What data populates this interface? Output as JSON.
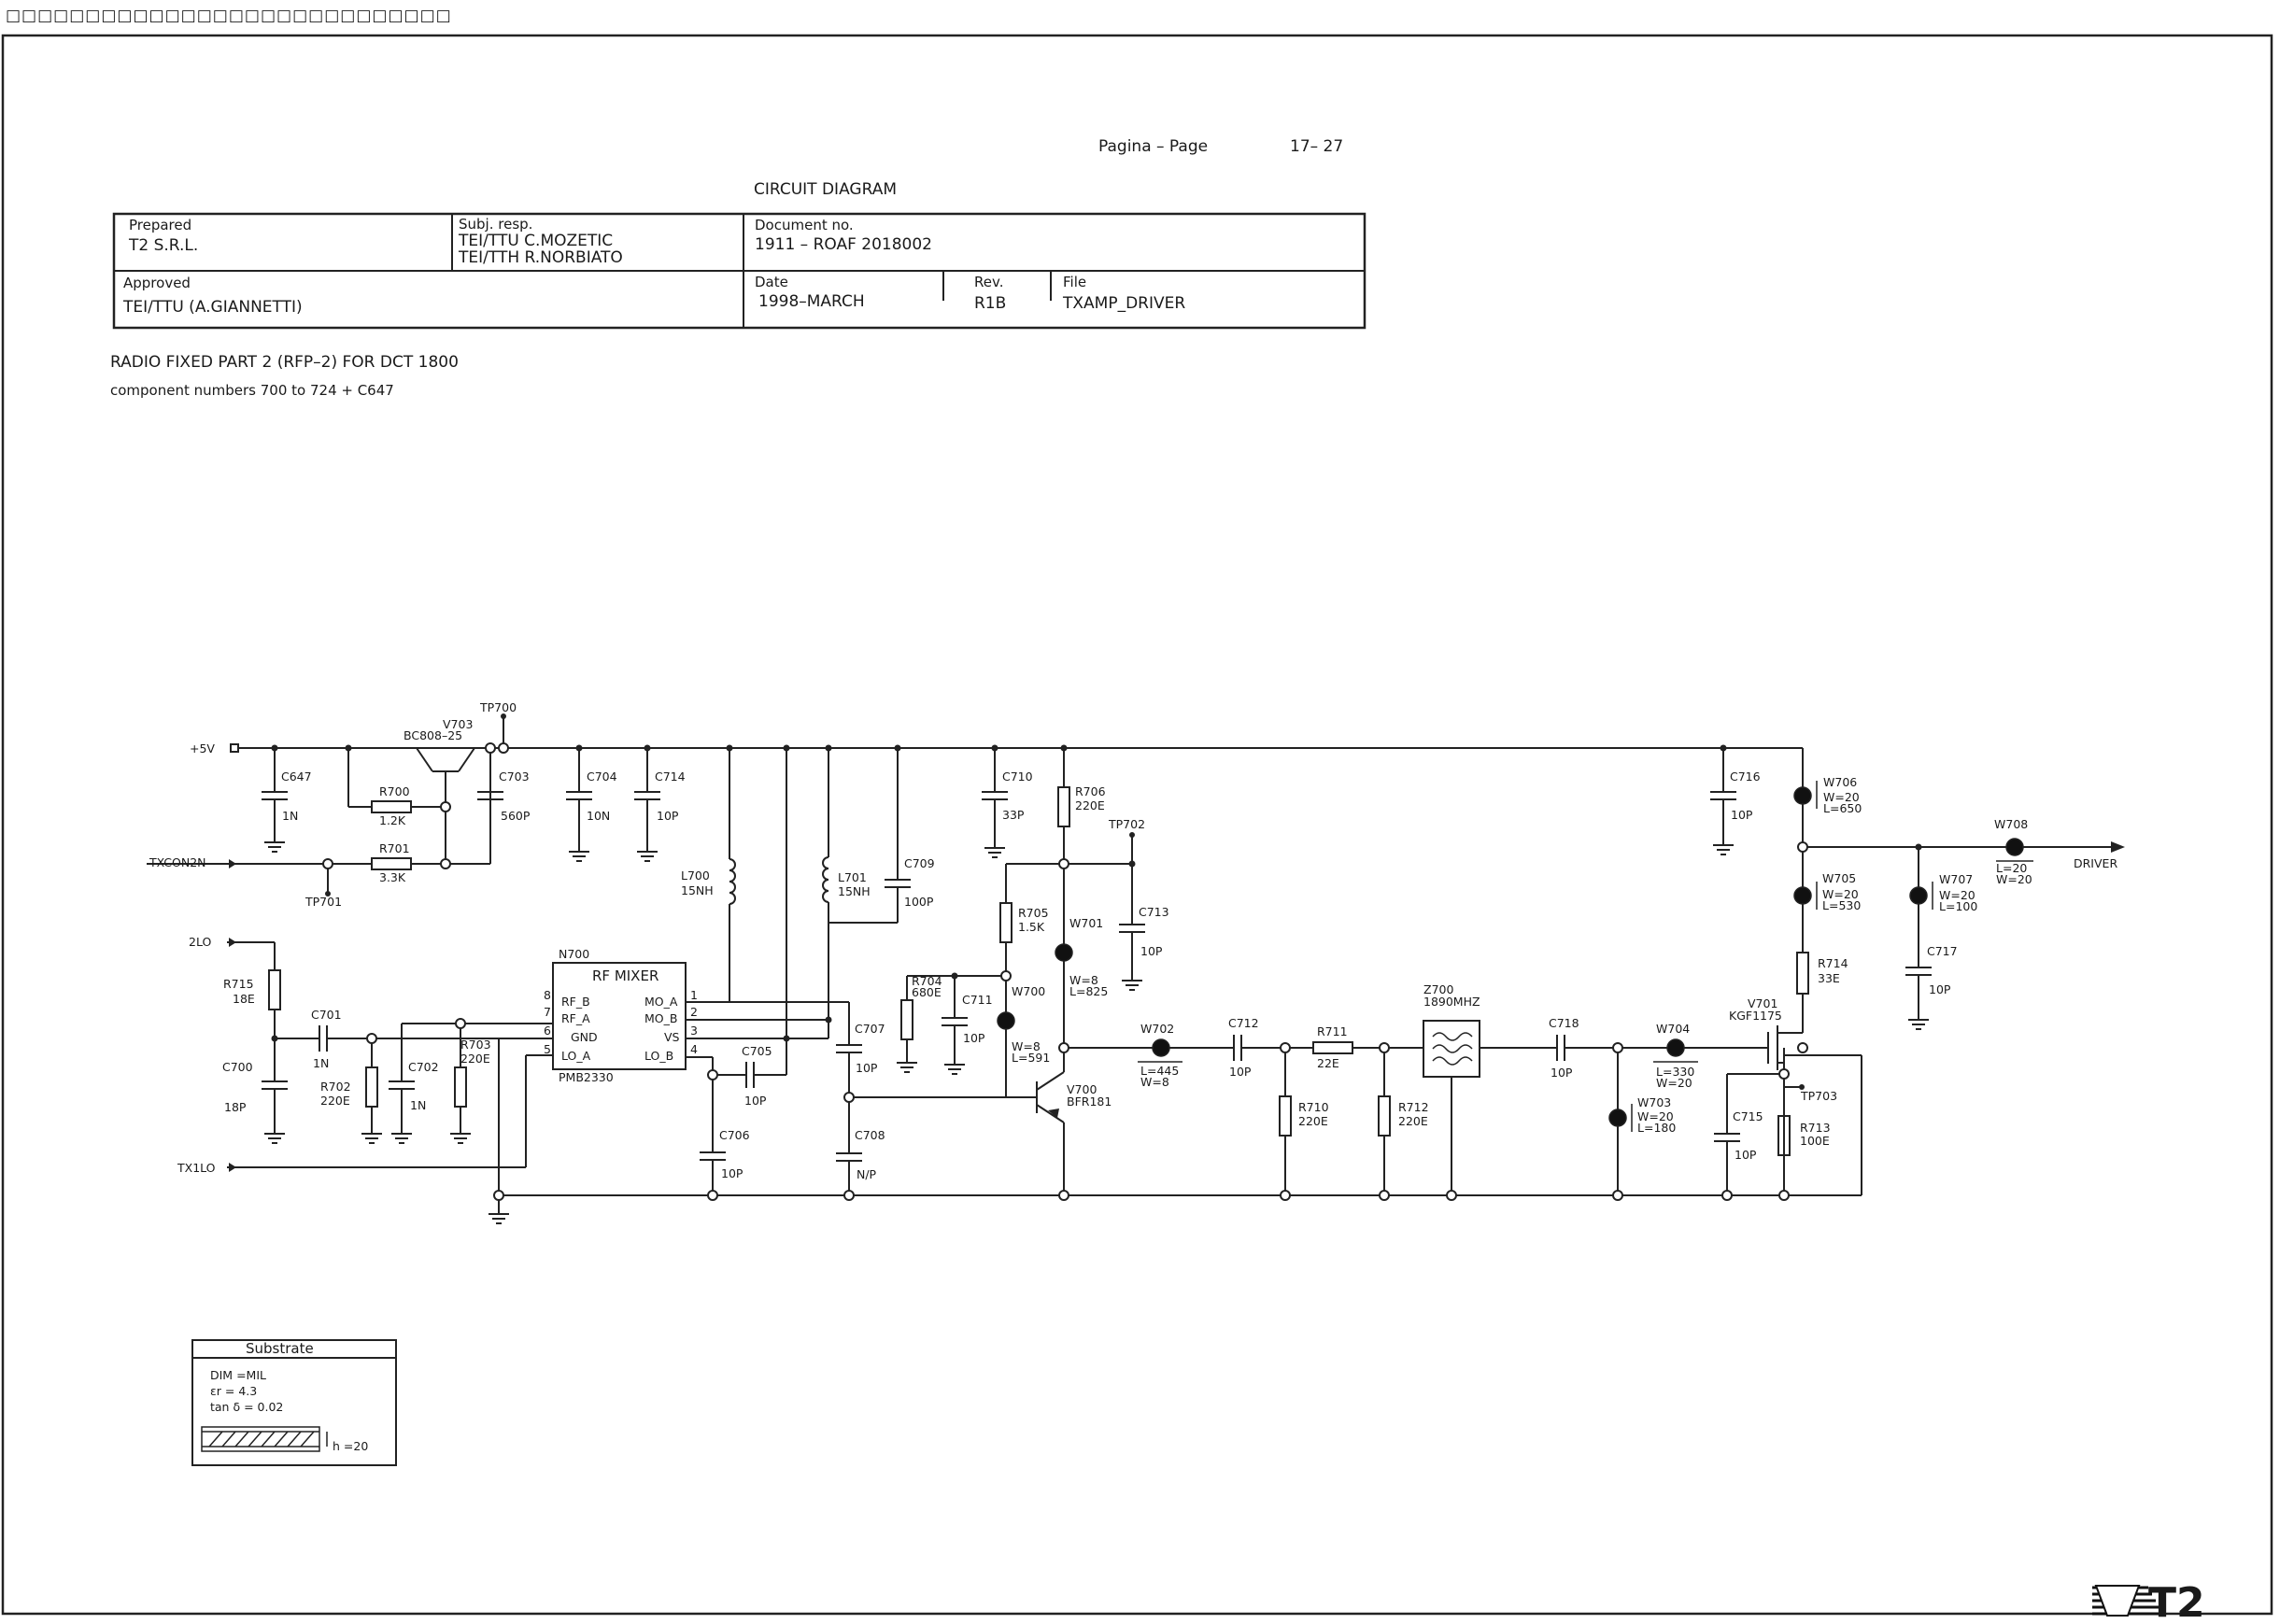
{
  "top_placeholder": "□□□□□□□□□□□□□□□□□□□□□□□□□□□□",
  "header": {
    "pagina_label": "Pagina  –  Page",
    "page_number": "17– 27",
    "sheet_title": "CIRCUIT  DIAGRAM"
  },
  "title_block": {
    "prepared_label": "Prepared",
    "prepared_value": "T2  S.R.L.",
    "subj_label": "Subj. resp.",
    "subj_line1": "TEI/TTU  C.MOZETIC",
    "subj_line2": "TEI/TTH  R.NORBIATO",
    "docno_label": "Document  no.",
    "docno_value": "1911  –  ROAF  2018002",
    "approved_label": "Approved",
    "approved_value": "TEI/TTU  (A.GIANNETTI)",
    "date_label": "Date",
    "date_value": "1998–MARCH",
    "rev_label": "Rev.",
    "rev_value": "R1B",
    "file_label": "File",
    "file_value": "TXAMP_DRIVER"
  },
  "description": {
    "line1": "RADIO  FIXED  PART  2  (RFP–2)  FOR  DCT  1800",
    "line2": "component  numbers  700  to  724  +  C647"
  },
  "signals": {
    "vcc": "+5V",
    "txcon": "TXCON2N",
    "lo2": "2LO",
    "tx1lo": "TX1LO",
    "driver": "DRIVER"
  },
  "test_points": {
    "tp700": "TP700",
    "tp701": "TP701",
    "tp702": "TP702",
    "tp703": "TP703"
  },
  "transistors": {
    "v703_ref": "V703",
    "v703_type": "BC808–25",
    "v700_ref": "V700",
    "v700_type": "BFR181",
    "v701_ref": "V701",
    "v701_type": "KGF1175"
  },
  "capacitors": {
    "c647": "C647",
    "c647_v": "1N",
    "c703": "C703",
    "c703_v": "560P",
    "c704": "C704",
    "c704_v": "10N",
    "c714": "C714",
    "c714_v": "10P",
    "c709": "C709",
    "c709_v": "100P",
    "c710": "C710",
    "c710_v": "33P",
    "c713": "C713",
    "c713_v": "10P",
    "c716": "C716",
    "c716_v": "10P",
    "c701": "C701",
    "c701_v": "1N",
    "c700": "C700",
    "c700_v": "18P",
    "c702": "C702",
    "c702_v": "1N",
    "c705": "C705",
    "c705_v": "10P",
    "c706": "C706",
    "c706_v": "10P",
    "c707": "C707",
    "c707_v": "10P",
    "c708": "C708",
    "c708_v": "N/P",
    "c711": "C711",
    "c711_v": "10P",
    "c712": "C712",
    "c712_v": "10P",
    "c717": "C717",
    "c717_v": "10P",
    "c718": "C718",
    "c718_v": "10P",
    "c715": "C715",
    "c715_v": "10P"
  },
  "resistors": {
    "r700": "R700",
    "r700_v": "1.2K",
    "r701": "R701",
    "r701_v": "3.3K",
    "r706": "R706",
    "r706_v": "220E",
    "r705": "R705",
    "r705_v": "1.5K",
    "r704": "R704",
    "r704_v": "680E",
    "r715": "R715",
    "r715_v": "18E",
    "r702": "R702",
    "r702_v": "220E",
    "r703": "R703",
    "r703_v": "220E",
    "r710": "R710",
    "r710_v": "220E",
    "r711": "R711",
    "r711_v": "22E",
    "r712": "R712",
    "r712_v": "220E",
    "r714": "R714",
    "r714_v": "33E",
    "r713": "R713",
    "r713_v": "100E"
  },
  "inductors": {
    "l700": "L700",
    "l700_v": "15NH",
    "l701": "L701",
    "l701_v": "15NH"
  },
  "filter": {
    "ref": "Z700",
    "value": "1890MHZ"
  },
  "striplines": {
    "w700": "W700",
    "w700_l1": "W=8",
    "w700_l2": "L=591",
    "w701": "W701",
    "w701_l1": "W=8",
    "w701_l2": "L=825",
    "w702": "W702",
    "w702_l1": "L=445",
    "w702_l2": "W=8",
    "w703": "W703",
    "w703_l1": "W=20",
    "w703_l2": "L=180",
    "w704": "W704",
    "w704_l1": "L=330",
    "w704_l2": "W=20",
    "w705": "W705",
    "w705_l1": "W=20",
    "w705_l2": "L=530",
    "w706": "W706",
    "w706_l1": "W=20",
    "w706_l2": "L=650",
    "w707": "W707",
    "w707_l1": "W=20",
    "w707_l2": "L=100",
    "w708": "W708",
    "w708_l1": "L=20",
    "w708_l2": "W=20"
  },
  "mixer": {
    "ref": "N700",
    "title": "RF  MIXER",
    "part": "PMB2330",
    "pin_rfb": "RF_B",
    "pin_rfa": "RF_A",
    "pin_gnd": "GND",
    "pin_loa": "LO_A",
    "pin_moa": "MO_A",
    "pin_mob": "MO_B",
    "pin_vs": "VS",
    "pin_lob": "LO_B",
    "n8": "8",
    "n7": "7",
    "n6": "6",
    "n5": "5",
    "n1": "1",
    "n2": "2",
    "n3": "3",
    "n4": "4"
  },
  "substrate": {
    "title": "Substrate",
    "dim": "DIM    =MIL",
    "er": "εr       = 4.3",
    "tan": "tan   δ = 0.02",
    "h": "h =20"
  },
  "logo": {
    "text": "T2"
  }
}
